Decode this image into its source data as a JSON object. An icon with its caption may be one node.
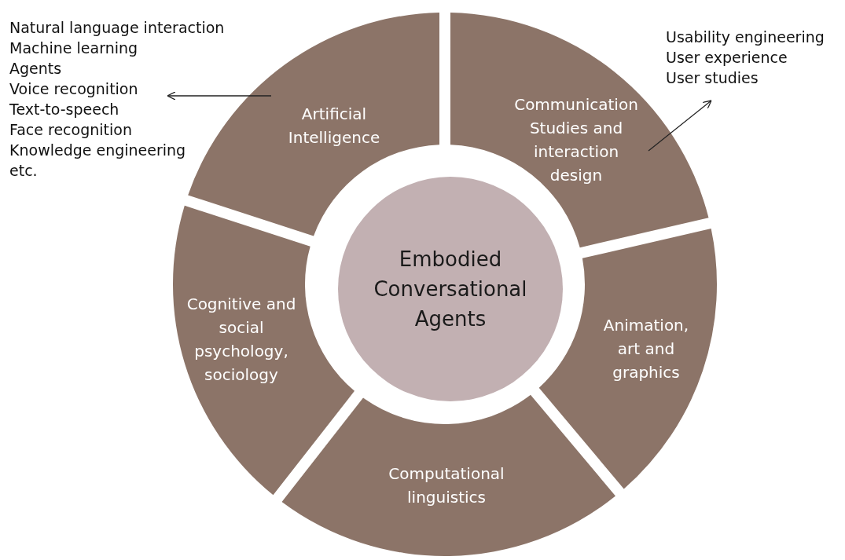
{
  "diagram": {
    "nodes": [
      {
        "text": [
          "Natural language interaction",
          "Machine learning",
          "Agents",
          "Voice recognition",
          "Text-to-speech",
          "Face recognition",
          "Knowledge engineering",
          "etc."
        ]
      },
      {
        "text": [
          "Artificial Intelligence"
        ]
      },
      {
        "text": [
          "Usability engineering",
          "User experience",
          "User studies"
        ]
      },
      {
        "text": [
          "Communication Studies and interaction design"
        ]
      },
      {
        "text": [
          "Embodied Conversational Agents"
        ]
      },
      {
        "text": [
          "Cognitive and social psychology, sociology"
        ]
      },
      {
        "text": [
          "Animation, art and graphics"
        ]
      },
      {
        "text": [
          "Computational linguistics"
        ]
      }
    ],
    "edges": [
      {
        "from": 1,
        "to": 0,
        "arrow": "to"
      },
      {
        "from": 3,
        "to": 2,
        "arrow": "to"
      }
    ]
  }
}
